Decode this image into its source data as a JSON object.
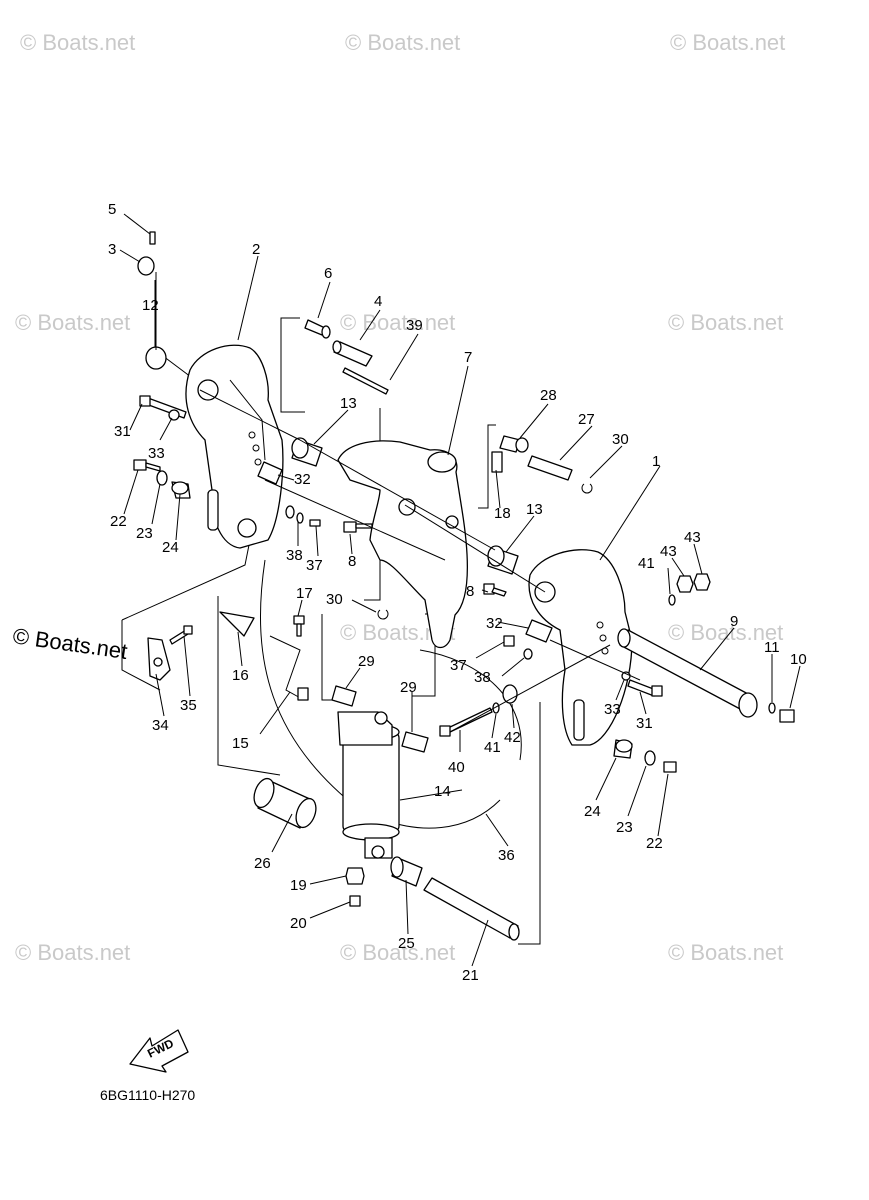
{
  "watermarks": {
    "text": "© Boats.net",
    "prominent_text": "© Boats.net"
  },
  "diagram_code": "6BG1110-H270",
  "fwd_label": "FWD",
  "callouts": [
    "1",
    "2",
    "3",
    "4",
    "5",
    "6",
    "7",
    "8",
    "8",
    "9",
    "10",
    "11",
    "12",
    "13",
    "13",
    "14",
    "15",
    "16",
    "17",
    "18",
    "19",
    "20",
    "21",
    "22",
    "22",
    "23",
    "23",
    "24",
    "24",
    "25",
    "26",
    "27",
    "28",
    "29",
    "29",
    "30",
    "30",
    "31",
    "31",
    "32",
    "32",
    "33",
    "33",
    "34",
    "35",
    "36",
    "37",
    "37",
    "38",
    "38",
    "39",
    "40",
    "41",
    "41",
    "42",
    "43",
    "43"
  ]
}
